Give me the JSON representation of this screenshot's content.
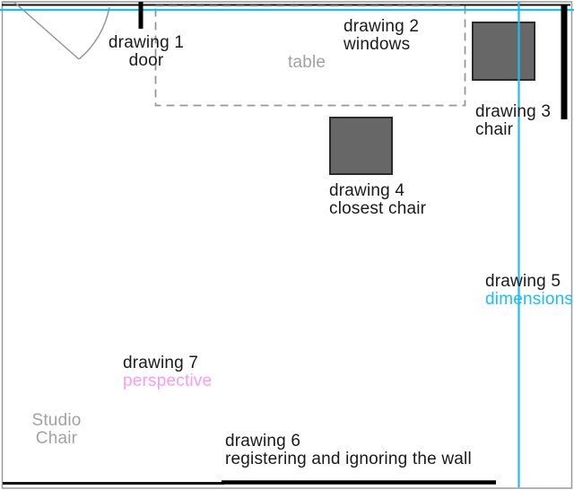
{
  "title": "studio chair floor plan sketch",
  "colors": {
    "accent_cyan": "#1fbcf4",
    "accent_pink": "#f79df2",
    "muted_gray": "#a2a2a2",
    "wall_black": "#141414",
    "sketch_gray": "#979797",
    "furniture_fill": "#676767",
    "furniture_border": "#2b2b2b",
    "frame_gray": "#9a9a9a"
  },
  "icons": {
    "door_swing": "door-swing-arc",
    "table_outline": "dashed-table-rectangle",
    "chair_square": "filled-square-chair",
    "dimension_lines": "cyan-crosshair-lines"
  },
  "labels": {
    "drawing1": {
      "line1": "drawing 1",
      "line2": "door"
    },
    "drawing2": {
      "line1": "drawing 2",
      "line2": "windows"
    },
    "table": {
      "text": "table"
    },
    "drawing3": {
      "line1": "drawing 3",
      "line2": "chair"
    },
    "drawing4": {
      "line1": "drawing 4",
      "line2": "closest chair"
    },
    "drawing5": {
      "line1": "drawing 5",
      "line2": "dimensions"
    },
    "drawing6": {
      "line1": "drawing 6",
      "line2": "registering and ignoring the wall"
    },
    "drawing7": {
      "line1": "drawing 7",
      "line2": "perspective"
    },
    "studio_chair": {
      "line1": "Studio",
      "line2": "Chair"
    }
  }
}
